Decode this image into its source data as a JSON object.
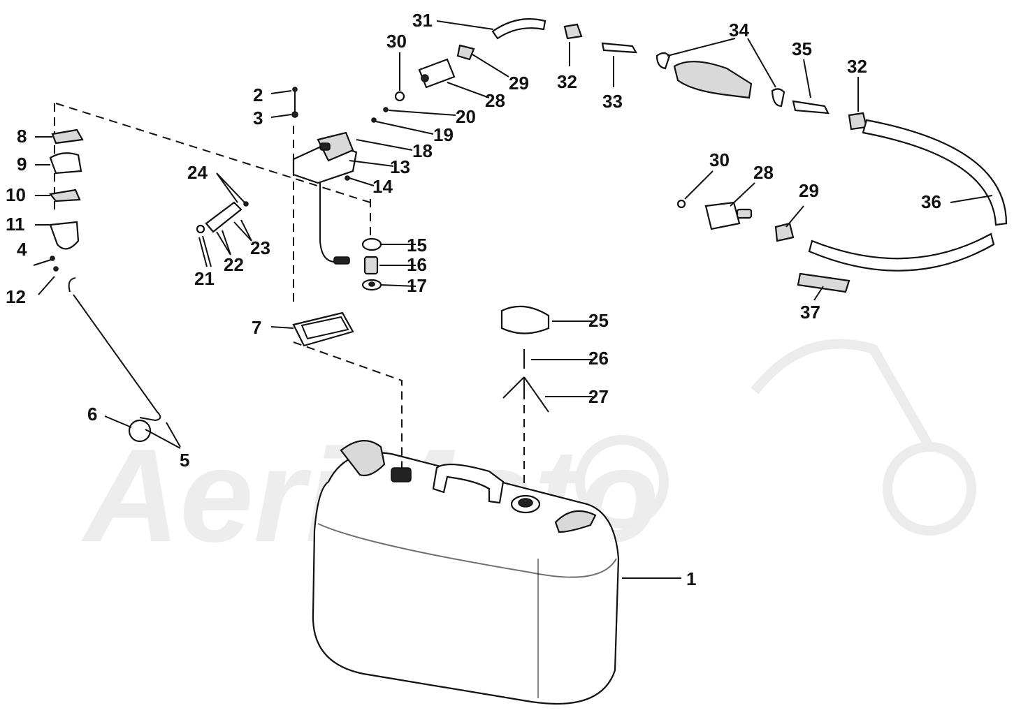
{
  "diagram": {
    "watermark": "AeriMoto",
    "callouts": [
      {
        "id": "c1",
        "label": "1"
      },
      {
        "id": "c2",
        "label": "2"
      },
      {
        "id": "c3",
        "label": "3"
      },
      {
        "id": "c4",
        "label": "4"
      },
      {
        "id": "c5",
        "label": "5"
      },
      {
        "id": "c6",
        "label": "6"
      },
      {
        "id": "c7",
        "label": "7"
      },
      {
        "id": "c8",
        "label": "8"
      },
      {
        "id": "c9",
        "label": "9"
      },
      {
        "id": "c10",
        "label": "10"
      },
      {
        "id": "c11",
        "label": "11"
      },
      {
        "id": "c12",
        "label": "12"
      },
      {
        "id": "c13",
        "label": "13"
      },
      {
        "id": "c14",
        "label": "14"
      },
      {
        "id": "c15",
        "label": "15"
      },
      {
        "id": "c16",
        "label": "16"
      },
      {
        "id": "c17",
        "label": "17"
      },
      {
        "id": "c18",
        "label": "18"
      },
      {
        "id": "c19",
        "label": "19"
      },
      {
        "id": "c20",
        "label": "20"
      },
      {
        "id": "c21",
        "label": "21"
      },
      {
        "id": "c22",
        "label": "22"
      },
      {
        "id": "c23",
        "label": "23"
      },
      {
        "id": "c24",
        "label": "24"
      },
      {
        "id": "c25",
        "label": "25"
      },
      {
        "id": "c26",
        "label": "26"
      },
      {
        "id": "c27",
        "label": "27"
      },
      {
        "id": "c28a",
        "label": "28"
      },
      {
        "id": "c28b",
        "label": "28"
      },
      {
        "id": "c29a",
        "label": "29"
      },
      {
        "id": "c29b",
        "label": "29"
      },
      {
        "id": "c30a",
        "label": "30"
      },
      {
        "id": "c30b",
        "label": "30"
      },
      {
        "id": "c31",
        "label": "31"
      },
      {
        "id": "c32a",
        "label": "32"
      },
      {
        "id": "c32b",
        "label": "32"
      },
      {
        "id": "c33",
        "label": "33"
      },
      {
        "id": "c34",
        "label": "34"
      },
      {
        "id": "c35",
        "label": "35"
      },
      {
        "id": "c36",
        "label": "36"
      },
      {
        "id": "c37",
        "label": "37"
      }
    ]
  }
}
